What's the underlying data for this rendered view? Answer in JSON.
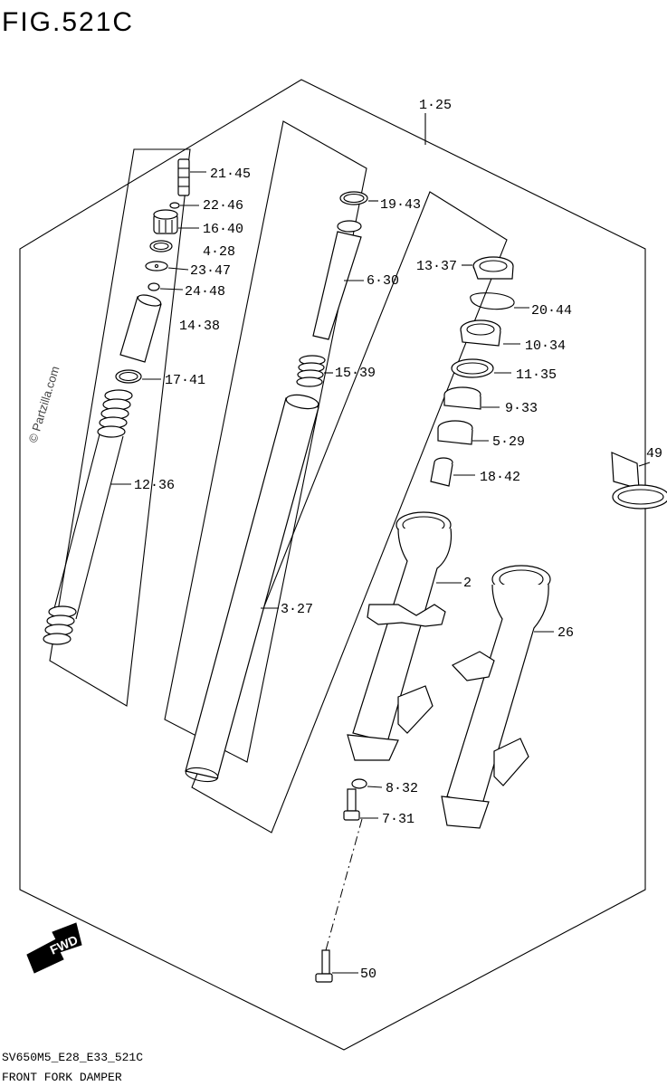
{
  "header": {
    "figure_title": "FIG.521C"
  },
  "watermark": "© Partzilla.com",
  "callouts": {
    "c_1_25": "1·25",
    "c_21_45": "21·45",
    "c_19_43": "19·43",
    "c_22_46": "22·46",
    "c_16_40": "16·40",
    "c_4_28": "4·28",
    "c_23_47": "23·47",
    "c_24_48": "24·48",
    "c_6_30": "6·30",
    "c_13_37": "13·37",
    "c_20_44": "20·44",
    "c_14_38": "14·38",
    "c_10_34": "10·34",
    "c_17_41": "17·41",
    "c_15_39": "15·39",
    "c_11_35": "11·35",
    "c_9_33": "9·33",
    "c_5_29": "5·29",
    "c_49": "49",
    "c_18_42": "18·42",
    "c_12_36": "12·36",
    "c_2": "2",
    "c_3_27": "3·27",
    "c_26": "26",
    "c_8_32": "8·32",
    "c_7_31": "7·31",
    "c_50": "50"
  },
  "fwd_label": "FWD",
  "footer": {
    "model_code": "SV650M5_E28_E33_521C",
    "caption": "FRONT FORK DAMPER"
  }
}
